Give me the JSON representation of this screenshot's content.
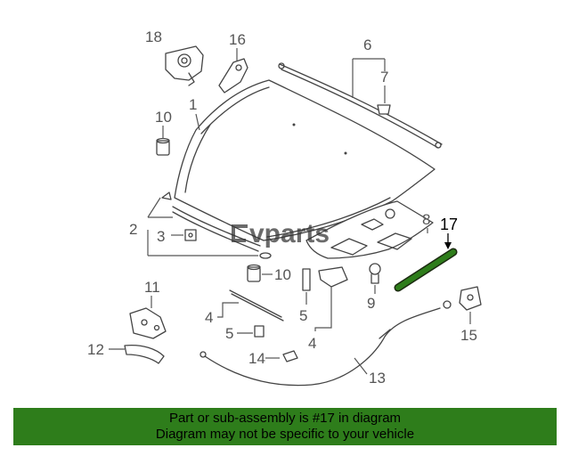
{
  "watermark": "vparts",
  "highlight_color": "#2e7d1b",
  "callouts": {
    "c18": "18",
    "c16": "16",
    "c6": "6",
    "c7": "7",
    "c10a": "10",
    "c1": "1",
    "c8": "8",
    "c17": "17",
    "c2": "2",
    "c3": "3",
    "c10b": "10",
    "c11": "11",
    "c9": "9",
    "c4a": "4",
    "c5a": "5",
    "c5b": "5",
    "c4b": "4",
    "c12": "12",
    "c14": "14",
    "c15": "15",
    "c13": "13"
  },
  "banner": {
    "line1": "Part or sub-assembly is #17 in diagram",
    "line2": "Diagram may not be specific to your vehicle"
  }
}
